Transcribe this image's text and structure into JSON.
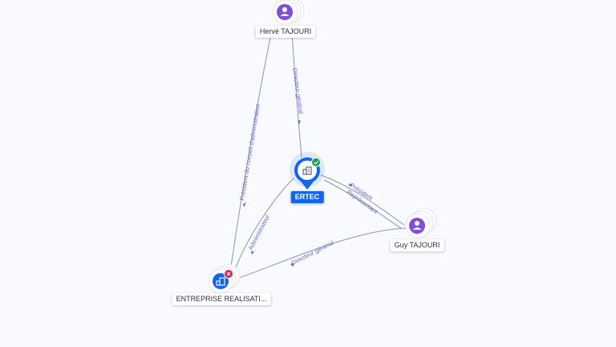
{
  "nodes": {
    "herve": {
      "label": "Hervé TAJOURI",
      "type": "person",
      "icon": "person-icon"
    },
    "ertec": {
      "label": "ERTEC",
      "type": "company",
      "icon": "company-icon",
      "status": "active",
      "status_icon": "check-icon"
    },
    "guy": {
      "label": "Guy TAJOURI",
      "type": "person",
      "icon": "person-icon"
    },
    "entreprise": {
      "label": "ENTREPRISE REALISATI...",
      "type": "company",
      "icon": "company-icon",
      "status": "closed",
      "status_icon": "close-icon"
    }
  },
  "edges": {
    "herve_ertec": "Directeur général",
    "herve_entreprise": "Président du conseil d'administration",
    "ertec_entreprise": "Administrateur",
    "guy_ertec_1": "Président",
    "guy_ertec_2": "Représentant",
    "guy_entreprise": "Directeur général"
  },
  "colors": {
    "person": "#7f4fd8",
    "company": "#1565e8",
    "edge": "#8d95a5",
    "edge_label": "#6e63c9",
    "status_active": "#1e9e52",
    "status_closed": "#d8234c"
  }
}
